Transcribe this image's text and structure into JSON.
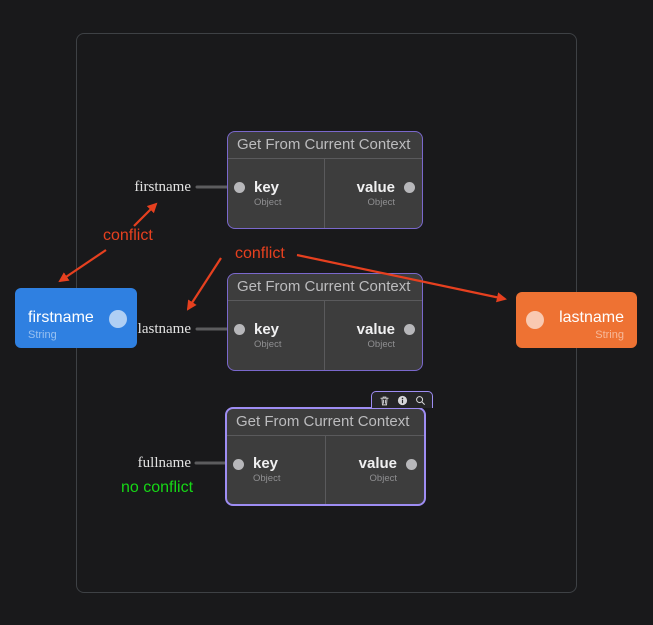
{
  "colors": {
    "canvas_background": "#19191b",
    "frame_border": "#3e4145",
    "node_background": "#3d3d3d",
    "node_border": "#7a68cc",
    "node_border_selected": "#9e8df3",
    "port": "#b7b7ba",
    "conflict_red": "#e6401f",
    "no_conflict_green": "#16d716",
    "firstname_node_blue": "#2f80e1",
    "lastname_node_orange": "#ee7233"
  },
  "context_nodes": [
    {
      "title": "Get From Current Context",
      "key_label": "key",
      "key_type": "Object",
      "value_label": "value",
      "value_type": "Object"
    },
    {
      "title": "Get From Current Context",
      "key_label": "key",
      "key_type": "Object",
      "value_label": "value",
      "value_type": "Object"
    },
    {
      "title": "Get From Current Context",
      "key_label": "key",
      "key_type": "Object",
      "value_label": "value",
      "value_type": "Object"
    }
  ],
  "row_labels": {
    "row1": "firstname",
    "row2": "lastname",
    "row3": "fullname"
  },
  "variable_nodes": {
    "firstname": {
      "name": "firstname",
      "type": "String"
    },
    "lastname": {
      "name": "lastname",
      "type": "String"
    }
  },
  "annotations": {
    "conflict_top": "conflict",
    "conflict_middle": "conflict",
    "no_conflict": "no conflict"
  },
  "node_toolbar": {
    "icons": [
      "trash",
      "info",
      "search"
    ]
  }
}
